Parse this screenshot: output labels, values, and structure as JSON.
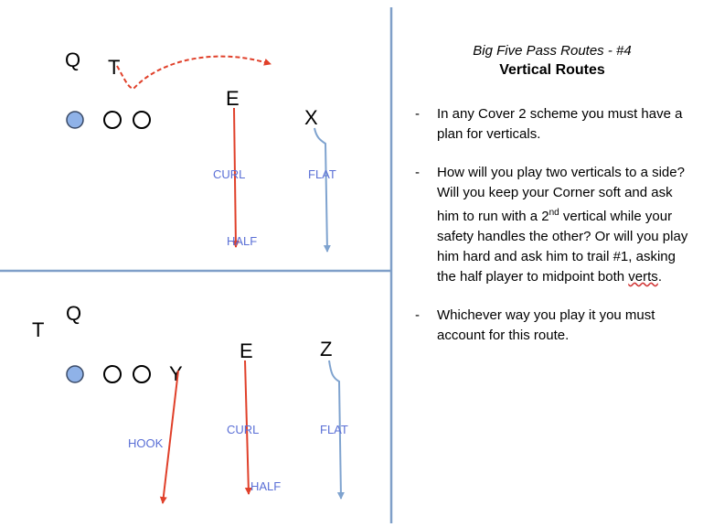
{
  "top_play": {
    "players": {
      "q": "Q",
      "t": "T",
      "e": "E",
      "x": "X"
    },
    "zones": {
      "curl": "CURL",
      "flat": "FLAT",
      "half": "HALF"
    }
  },
  "bottom_play": {
    "players": {
      "q": "Q",
      "t": "T",
      "e": "E",
      "z": "Z",
      "y": "Y"
    },
    "zones": {
      "hook": "HOOK",
      "curl": "CURL",
      "flat": "FLAT",
      "half": "HALF"
    }
  },
  "notes": {
    "subtitle": "Big Five Pass Routes - #4",
    "title": "Vertical Routes",
    "bullet1": "In any Cover 2 scheme you must have a plan for verticals.",
    "bullet2_a": "How will you play two verticals to a side?  Will you keep your Corner soft and ask him to run with a 2",
    "bullet2_sup": "nd",
    "bullet2_b": " vertical while your safety handles the other?  Or will you play him hard and ask him to trail #1, asking the half player to midpoint both ",
    "bullet2_c": "verts",
    "bullet2_d": ".",
    "bullet3": "Whichever way you play it you must account for this route."
  },
  "colors": {
    "divider": "#7f9fc8",
    "ball_fill": "#8fb2e8",
    "route_red": "#e0402a",
    "route_blue": "#7fa3cf",
    "zone_text": "#5a6fd6"
  }
}
